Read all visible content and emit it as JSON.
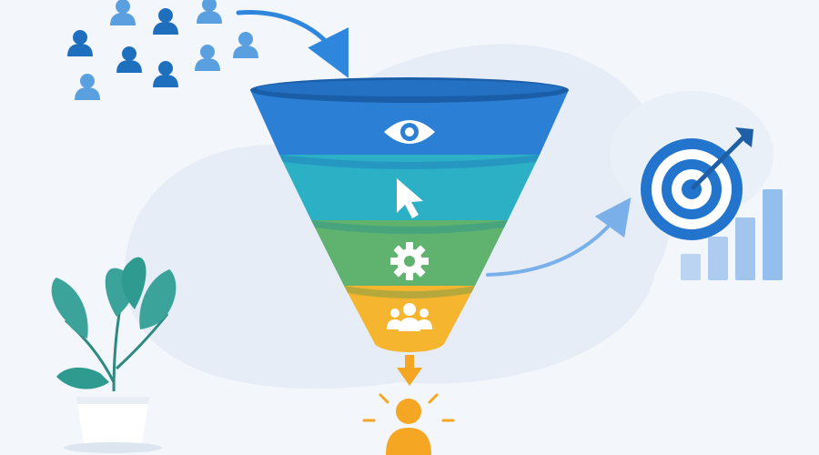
{
  "diagram": {
    "kind": "marketing-funnel",
    "colors": {
      "background": "#f3f6fa",
      "blob": "#e6edf6",
      "people_dark": "#1f6fbf",
      "people_light": "#5a9fe0",
      "arrow": "#2f86dd",
      "arrow_soft": "#79b0ea",
      "stage_awareness": "#2b7fd4",
      "stage_interest": "#2bb0c6",
      "stage_consideration": "#5fb36e",
      "stage_conversion": "#f6b52e",
      "result_person": "#f5a623",
      "goal_target": "#2274cc",
      "bars": "#8ab8ea",
      "leaf": "#3ba39a",
      "pot": "#ffffff"
    },
    "stages": [
      {
        "name": "awareness",
        "icon": "eye-icon",
        "color": "#2b7fd4"
      },
      {
        "name": "interest",
        "icon": "cursor-icon",
        "color": "#2bb0c6"
      },
      {
        "name": "consideration",
        "icon": "gear-icon",
        "color": "#5fb36e"
      },
      {
        "name": "conversion",
        "icon": "group-icon",
        "color": "#f6b52e"
      }
    ],
    "audience_icon": "people-crowd-icon",
    "result_icon": "person-sparkle-icon",
    "goal_icon": "target-arrow-icon",
    "growth_icon": "bar-chart-icon",
    "growth_bars": [
      0.18,
      0.34,
      0.52,
      0.78
    ],
    "decoration_icon": "potted-plant-icon"
  }
}
